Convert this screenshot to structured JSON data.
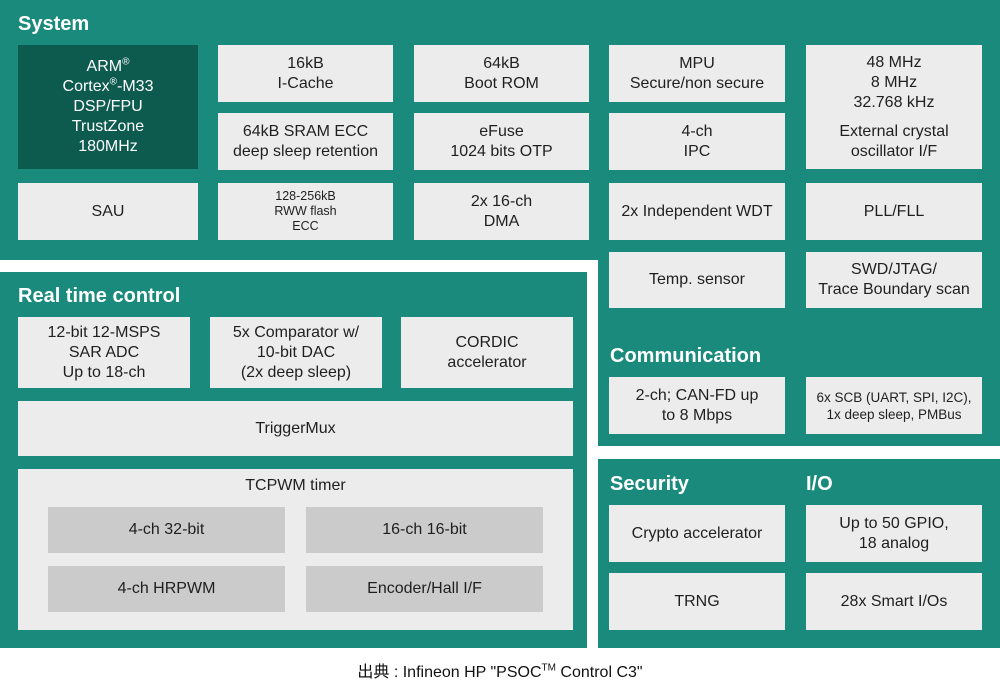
{
  "system": {
    "title": "System",
    "cpu": {
      "l1": "ARM",
      "l1_sup": "®",
      "l2": "Cortex",
      "l2_sup": "®",
      "l2b": "-M33",
      "l3": "DSP/FPU",
      "l4": "TrustZone",
      "l5": "180MHz"
    },
    "icache": [
      "16kB",
      "I-Cache"
    ],
    "bootrom": [
      "64kB",
      "Boot ROM"
    ],
    "mpu": [
      "MPU",
      "Secure/non secure"
    ],
    "clock": [
      "48 MHz",
      "8 MHz",
      "32.768 kHz",
      "External crystal",
      "oscillator I/F"
    ],
    "sram": [
      "64kB SRAM ECC",
      "deep sleep retention"
    ],
    "efuse": [
      "eFuse",
      "1024 bits OTP"
    ],
    "ipc": [
      "4-ch",
      "IPC"
    ],
    "sau": "SAU",
    "flash": [
      "128-256kB",
      "RWW flash",
      "ECC"
    ],
    "dma": [
      "2x 16-ch",
      "DMA"
    ],
    "wdt": "2x Independent WDT",
    "pll": "PLL/FLL",
    "temp": "Temp. sensor",
    "swd": [
      "SWD/JTAG/",
      "Trace Boundary scan"
    ]
  },
  "realtime": {
    "title": "Real time control",
    "adc": [
      "12-bit 12-MSPS",
      "SAR ADC",
      "Up to 18-ch"
    ],
    "comparator": [
      "5x Comparator w/",
      "10-bit DAC",
      "(2x deep sleep)"
    ],
    "cordic": [
      "CORDIC",
      "accelerator"
    ],
    "triggermux": "TriggerMux",
    "tcpwm": {
      "title": "TCPWM timer",
      "items": [
        "4-ch 32-bit",
        "16-ch 16-bit",
        "4-ch HRPWM",
        "Encoder/Hall I/F"
      ]
    }
  },
  "communication": {
    "title": "Communication",
    "can": [
      "2-ch; CAN-FD up",
      "to 8 Mbps"
    ],
    "scb": [
      "6x SCB (UART, SPI, I2C),",
      "1x deep sleep, PMBus"
    ]
  },
  "security": {
    "title": "Security",
    "crypto": "Crypto accelerator",
    "trng": "TRNG"
  },
  "io": {
    "title": "I/O",
    "gpio": [
      "Up to 50 GPIO,",
      "18 analog"
    ],
    "smartio": "28x Smart I/Os"
  },
  "caption": {
    "prefix": "出典 : Infineon HP \"PSOC",
    "tm": "TM",
    "suffix": " Control C3\""
  }
}
